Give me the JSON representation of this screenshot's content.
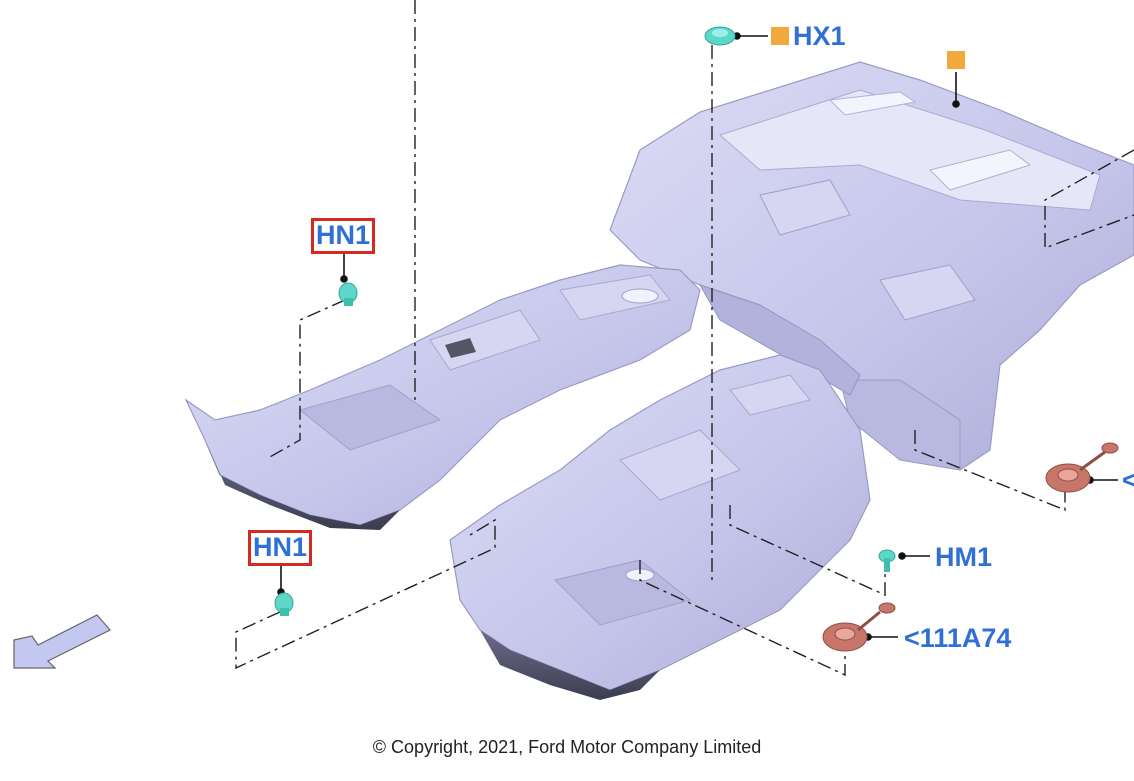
{
  "labels": {
    "hx1": "HX1",
    "hn1_upper": "HN1",
    "hn1_lower": "HN1",
    "hm1": "HM1",
    "ref_111a74": "<111A74",
    "ref_right_partial": "<"
  },
  "copyright": "© Copyright, 2021, Ford Motor Company Limited",
  "colors": {
    "label_text": "#2f6fd6",
    "highlight_box": "#d42a20",
    "panel_fill": "#c9c9ec",
    "clip_color": "#5ed6c8",
    "grommet_color": "#c9766a",
    "marker_orange": "#f2a93b"
  },
  "icons": {
    "direction_arrow": "front-direction-arrow-icon",
    "clip": "push-pin-clip-icon",
    "grommet": "grommet-plug-icon",
    "marker": "orange-square-marker-icon"
  }
}
